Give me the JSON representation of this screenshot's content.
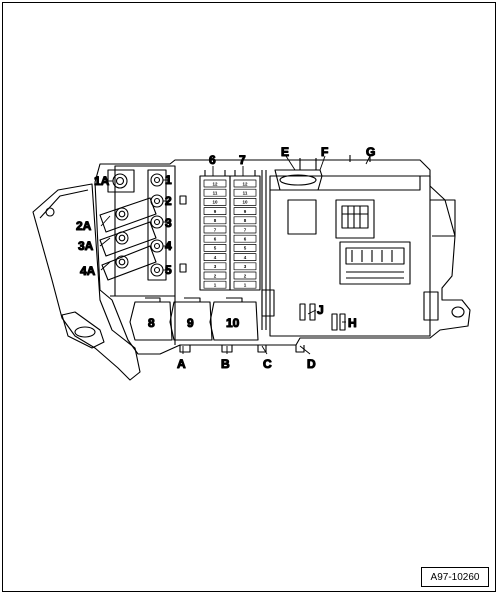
{
  "diagram": {
    "figure_ref": "A97-10260",
    "left_labels": [
      "1A",
      "2A",
      "3A",
      "4A"
    ],
    "mid_labels": [
      "1",
      "2",
      "3",
      "4",
      "5"
    ],
    "fuse_columns": [
      "6",
      "7"
    ],
    "fuse_numbers_col6": [
      "12",
      "11",
      "10",
      "9",
      "8",
      "7",
      "6",
      "5",
      "4",
      "3",
      "2",
      "1"
    ],
    "fuse_numbers_col7": [
      "12",
      "11",
      "10",
      "9",
      "8",
      "7",
      "6",
      "5",
      "4",
      "3",
      "2",
      "1"
    ],
    "relays": [
      "8",
      "9",
      "10"
    ],
    "top_labels": [
      "E",
      "F",
      "G"
    ],
    "bottom_labels": [
      "A",
      "B",
      "C",
      "D"
    ],
    "side_labels": [
      "J",
      "H"
    ]
  }
}
